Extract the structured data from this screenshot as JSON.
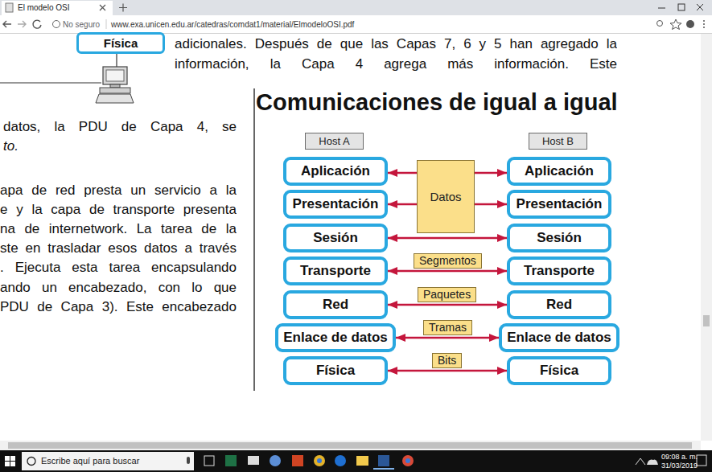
{
  "diagram": {
    "title": "Comunicaciones de igual a igual",
    "nodes": [
      {
        "text": [
          "Física"
        ]
      },
      {
        "text": [
          "Host A"
        ]
      },
      {
        "text": [
          "Host B"
        ]
      },
      {
        "text": [
          "Aplicación"
        ]
      },
      {
        "text": [
          "Presentación"
        ]
      },
      {
        "text": [
          "Sesión"
        ]
      },
      {
        "text": [
          "Transporte"
        ]
      },
      {
        "text": [
          "Red"
        ]
      },
      {
        "text": [
          "Enlace de datos"
        ]
      },
      {
        "text": [
          "Física"
        ]
      },
      {
        "text": [
          "Aplicación"
        ]
      },
      {
        "text": [
          "Presentación"
        ]
      },
      {
        "text": [
          "Sesión"
        ]
      },
      {
        "text": [
          "Transporte"
        ]
      },
      {
        "text": [
          "Red"
        ]
      },
      {
        "text": [
          "Enlace de datos"
        ]
      },
      {
        "text": [
          "Física"
        ]
      },
      {
        "text": [
          "Datos"
        ]
      }
    ],
    "edges": [
      {
        "from": 17,
        "to": 3,
        "arrow": "to"
      },
      {
        "from": 17,
        "to": 10,
        "arrow": "to"
      },
      {
        "from": 17,
        "to": 4,
        "arrow": "to"
      },
      {
        "from": 17,
        "to": 11,
        "arrow": "to"
      },
      {
        "from": 5,
        "to": 12,
        "arrow": "both"
      },
      {
        "from": 6,
        "to": 13,
        "label": "Segmentos",
        "arrow": "both"
      },
      {
        "from": 7,
        "to": 14,
        "label": "Paquetes",
        "arrow": "both"
      },
      {
        "from": 8,
        "to": 15,
        "label": "Tramas",
        "arrow": "both"
      },
      {
        "from": 9,
        "to": 16,
        "label": "Bits",
        "arrow": "both"
      }
    ],
    "labels": [
      "El modelo OSI",
      "No seguro",
      "www.exa.unicen.edu.ar/catedras/comdat1/material/ElmodeloOSI.pdf",
      "adicionales. Después de que las Capas 7, 6 y 5 han agregado la",
      "información, la Capa 4 agrega más información. Este",
      "datos, la PDU de Capa 4, se",
      "to.",
      "apa de red presta un servicio a la",
      "e y la capa de transporte presenta",
      "na de internetwork. La tarea de la",
      "ste en trasladar esos datos a través",
      ". Ejecuta esta tarea encapsulando",
      "ando un encabezado, con lo que",
      "PDU de Capa 3). Este encabezado",
      "Escribe aquí para buscar",
      "09:08 a. m.",
      "31/03/2019"
    ]
  }
}
